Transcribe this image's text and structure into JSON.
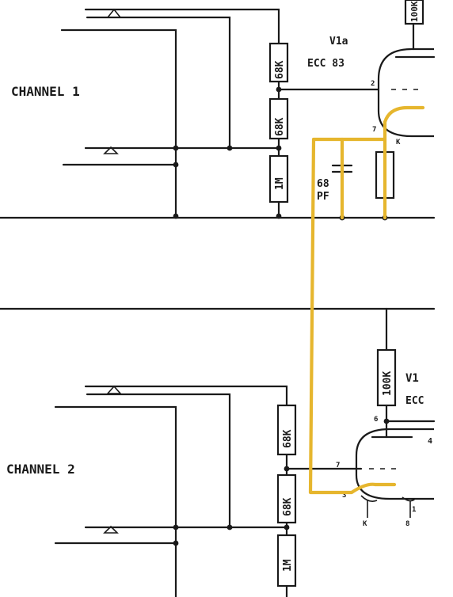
{
  "labels": {
    "channel_1": "CHANNEL 1",
    "channel_2": "CHANNEL 2",
    "tube_1_name": "V1a",
    "tube_1_type": "ECC 83",
    "tube_2_name": "V1",
    "tube_2_type": "ECC",
    "r_68k_upper_1": "68K",
    "r_68k_lower_1": "68K",
    "r_1m_1": "1M",
    "r_68k_upper_2": "68K",
    "r_68k_lower_2": "68K",
    "r_1m_2": "1M",
    "r_100k_2": "100K",
    "r_plate_top": "100K",
    "cap_value": "68",
    "cap_unit": "PF",
    "pin_1": "1",
    "pin_2": "2",
    "pin_3": "3",
    "pin_6": "6",
    "pin_7": "7",
    "pin_8": "8",
    "pin_k1": "K",
    "pin_k2": "K",
    "pin_4": "4"
  },
  "colors": {
    "ink": "#1a1a1a",
    "highlight": "#e6b62e",
    "paper": "#ffffff"
  }
}
